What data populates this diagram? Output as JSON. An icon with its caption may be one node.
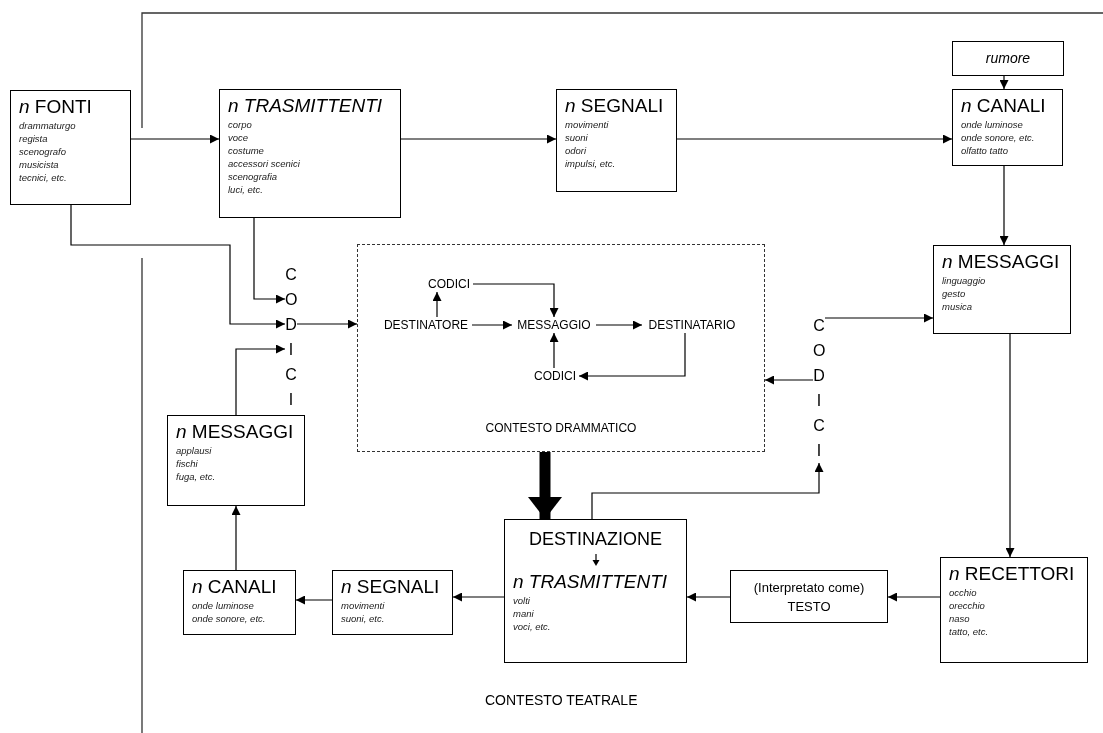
{
  "diagram": {
    "nodes": [
      {
        "text": [
          "*n* FONTI",
          "drammaturgo",
          "regista",
          "scenografo",
          "musicista",
          "tecnici, etc."
        ]
      },
      {
        "text": [
          "n TRASMITTENTI",
          "corpo",
          "voce",
          "costume",
          "accessori scenici",
          "scenografia",
          "luci, etc."
        ]
      },
      {
        "text": [
          "*n* SEGNALI",
          "movimenti",
          "suoni",
          "odori",
          "impulsi, etc."
        ]
      },
      {
        "text": [
          "rumore"
        ]
      },
      {
        "text": [
          "*n* CANALI",
          "onde luminose",
          "onde sonore, etc.",
          "olfatto tatto"
        ]
      },
      {
        "text": [
          "*n* MESSAGGI",
          "linguaggio",
          "gesto",
          "musica"
        ]
      },
      {
        "text": [
          "CODICI"
        ]
      },
      {
        "text": [
          "CONTESTO DRAMMATICO"
        ]
      },
      {
        "text": [
          "CODICI"
        ],
        "in": 7
      },
      {
        "text": [
          "DESTINATORE"
        ],
        "in": 7
      },
      {
        "text": [
          "MESSAGGIO"
        ],
        "in": 7
      },
      {
        "text": [
          "DESTINATARIO"
        ],
        "in": 7
      },
      {
        "text": [
          "CODICI"
        ],
        "in": 7
      },
      {
        "text": [
          "CODICI"
        ]
      },
      {
        "text": [
          "*n* MESSAGGI",
          "applausi",
          "fischi",
          "fuga, etc."
        ]
      },
      {
        "text": [
          "DESTINAZIONE",
          "n TRASMITTENTI",
          "volti",
          "mani",
          "voci, etc."
        ]
      },
      {
        "text": [
          "(Interpretato come) TESTO"
        ]
      },
      {
        "text": [
          "*n* RECETTORI",
          "occhio",
          "orecchio",
          "naso",
          "tatto, etc."
        ]
      },
      {
        "text": [
          "*n* SEGNALI",
          "movimenti",
          "suoni, etc."
        ]
      },
      {
        "text": [
          "*n* CANALI",
          "onde luminose",
          "onde sonore, etc."
        ]
      }
    ],
    "edges": [
      {
        "from": 0,
        "to": 1,
        "arrow": "to"
      },
      {
        "from": 1,
        "to": 2,
        "arrow": "to"
      },
      {
        "from": 2,
        "to": 4,
        "arrow": "to"
      },
      {
        "from": 3,
        "to": 4,
        "arrow": "to"
      },
      {
        "from": 4,
        "to": 5,
        "arrow": "to"
      },
      {
        "from": 0,
        "to": 6,
        "arrow": "to"
      },
      {
        "from": 1,
        "to": 6,
        "arrow": "to"
      },
      {
        "from": 14,
        "to": 6,
        "arrow": "to"
      },
      {
        "from": 6,
        "to": 7,
        "arrow": "to"
      },
      {
        "from": 8,
        "to": 10,
        "arrow": "to"
      },
      {
        "from": 9,
        "to": 8,
        "arrow": "to"
      },
      {
        "from": 9,
        "to": 10,
        "arrow": "to"
      },
      {
        "from": 10,
        "to": 11,
        "arrow": "to"
      },
      {
        "from": 11,
        "to": 12,
        "arrow": "to"
      },
      {
        "from": 12,
        "to": 10,
        "arrow": "to"
      },
      {
        "from": 13,
        "to": 7,
        "arrow": "to"
      },
      {
        "from": 13,
        "to": 5,
        "arrow": "to"
      },
      {
        "from": 15,
        "to": 13,
        "arrow": "to"
      },
      {
        "from": 5,
        "to": 17,
        "arrow": "to"
      },
      {
        "from": 17,
        "to": 16,
        "arrow": "to"
      },
      {
        "from": 16,
        "to": 15,
        "arrow": "to"
      },
      {
        "from": 15,
        "to": 18,
        "arrow": "to"
      },
      {
        "from": 18,
        "to": 19,
        "arrow": "to"
      },
      {
        "from": 19,
        "to": 14,
        "arrow": "to"
      },
      {
        "from": 7,
        "to": 15,
        "arrow": "to",
        "style": "thick"
      }
    ],
    "labels": [
      "CONTESTO TEATRALE"
    ]
  }
}
